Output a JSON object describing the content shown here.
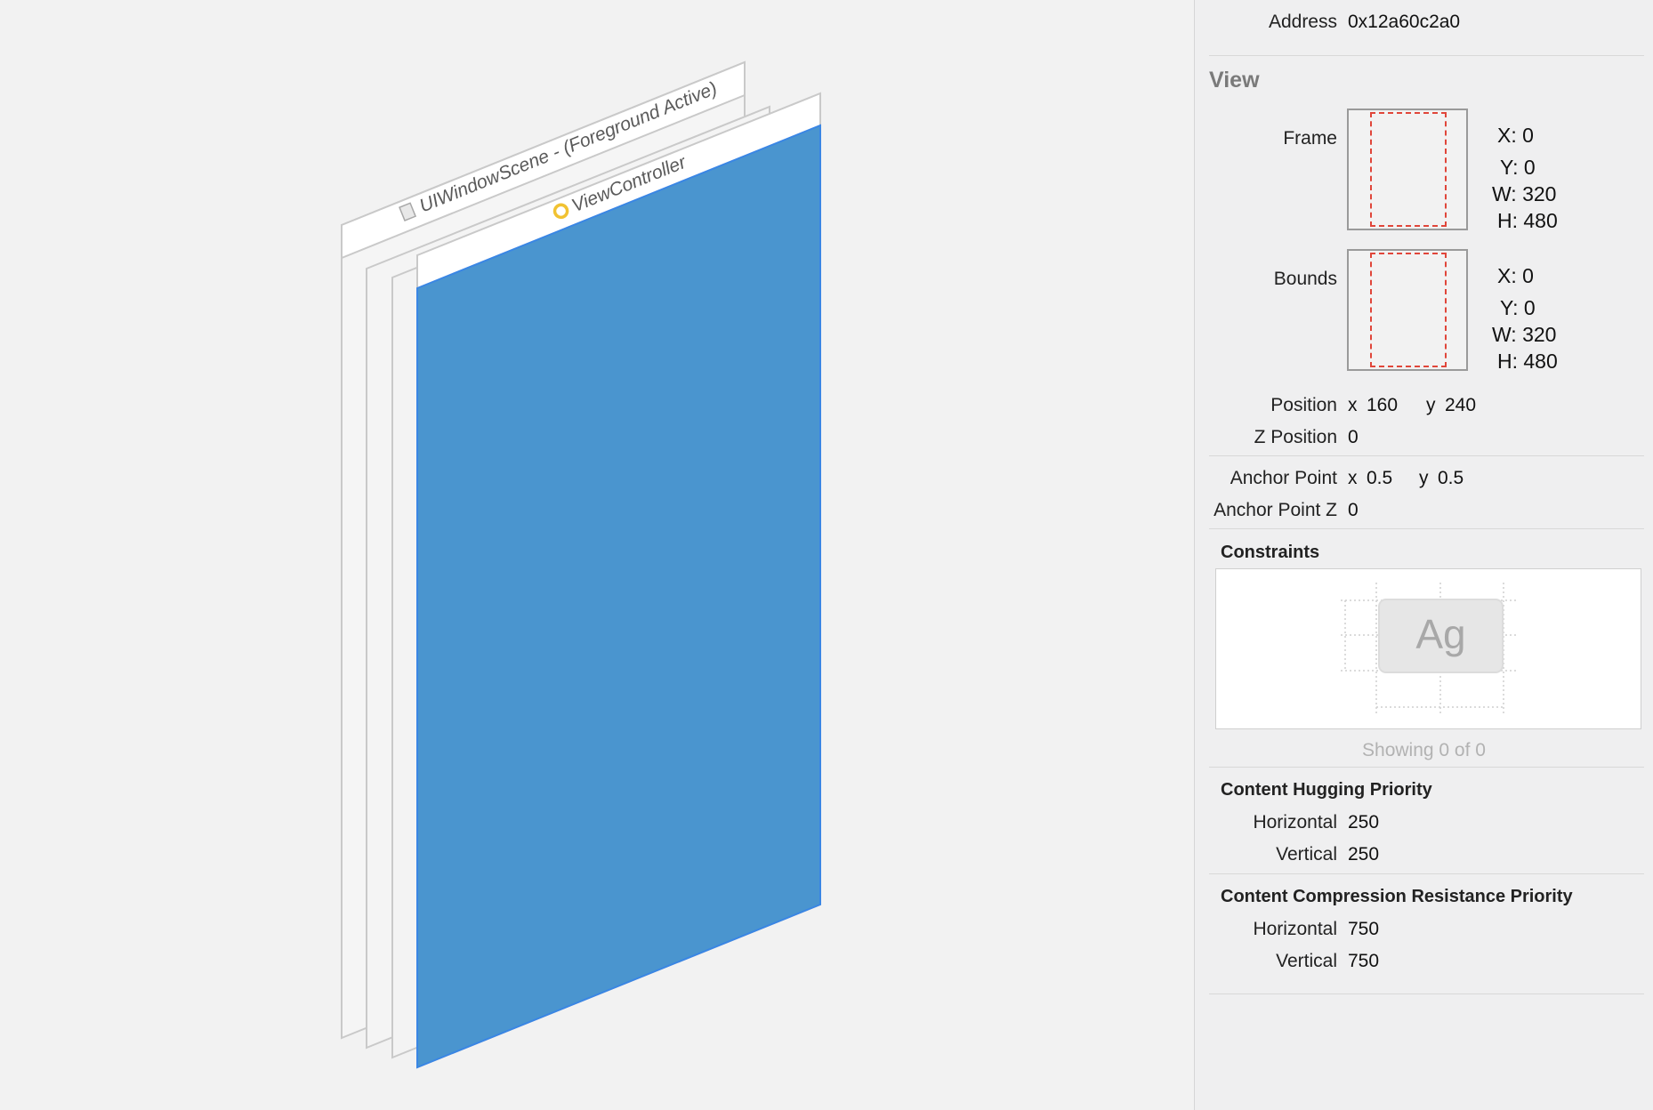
{
  "scene": {
    "window_scene_label": "UIWindowScene - (Foreground Active)",
    "view_controller_label": "ViewController",
    "colors": {
      "view_fill": "#4a95cf",
      "view_stroke": "#3a86e4",
      "layer_stroke": "#c9c9c9",
      "vc_icon": "#f1c232"
    },
    "icons": [
      "window-scene-icon",
      "view-controller-icon"
    ]
  },
  "inspector": {
    "address": {
      "label": "Address",
      "value": "0x12a60c2a0"
    },
    "view_section_title": "View",
    "frame": {
      "label": "Frame",
      "x": "X:  0",
      "y": "Y:  0",
      "w": "W:  320",
      "h": "H:  480"
    },
    "bounds": {
      "label": "Bounds",
      "x": "X:  0",
      "y": "Y:  0",
      "w": "W:  320",
      "h": "H:  480"
    },
    "position": {
      "label": "Position",
      "x_label": "x",
      "x": "160",
      "y_label": "y",
      "y": "240"
    },
    "z_position": {
      "label": "Z Position",
      "value": "0"
    },
    "anchor_point": {
      "label": "Anchor Point",
      "x_label": "x",
      "x": "0.5",
      "y_label": "y",
      "y": "0.5"
    },
    "anchor_point_z": {
      "label": "Anchor Point Z",
      "value": "0"
    },
    "constraints": {
      "title": "Constraints",
      "preview_text": "Ag",
      "showing": "Showing 0 of 0"
    },
    "hugging": {
      "title": "Content Hugging Priority",
      "horizontal_label": "Horizontal",
      "horizontal": "250",
      "vertical_label": "Vertical",
      "vertical": "250"
    },
    "compression": {
      "title": "Content Compression Resistance Priority",
      "horizontal_label": "Horizontal",
      "horizontal": "750",
      "vertical_label": "Vertical",
      "vertical": "750"
    }
  }
}
